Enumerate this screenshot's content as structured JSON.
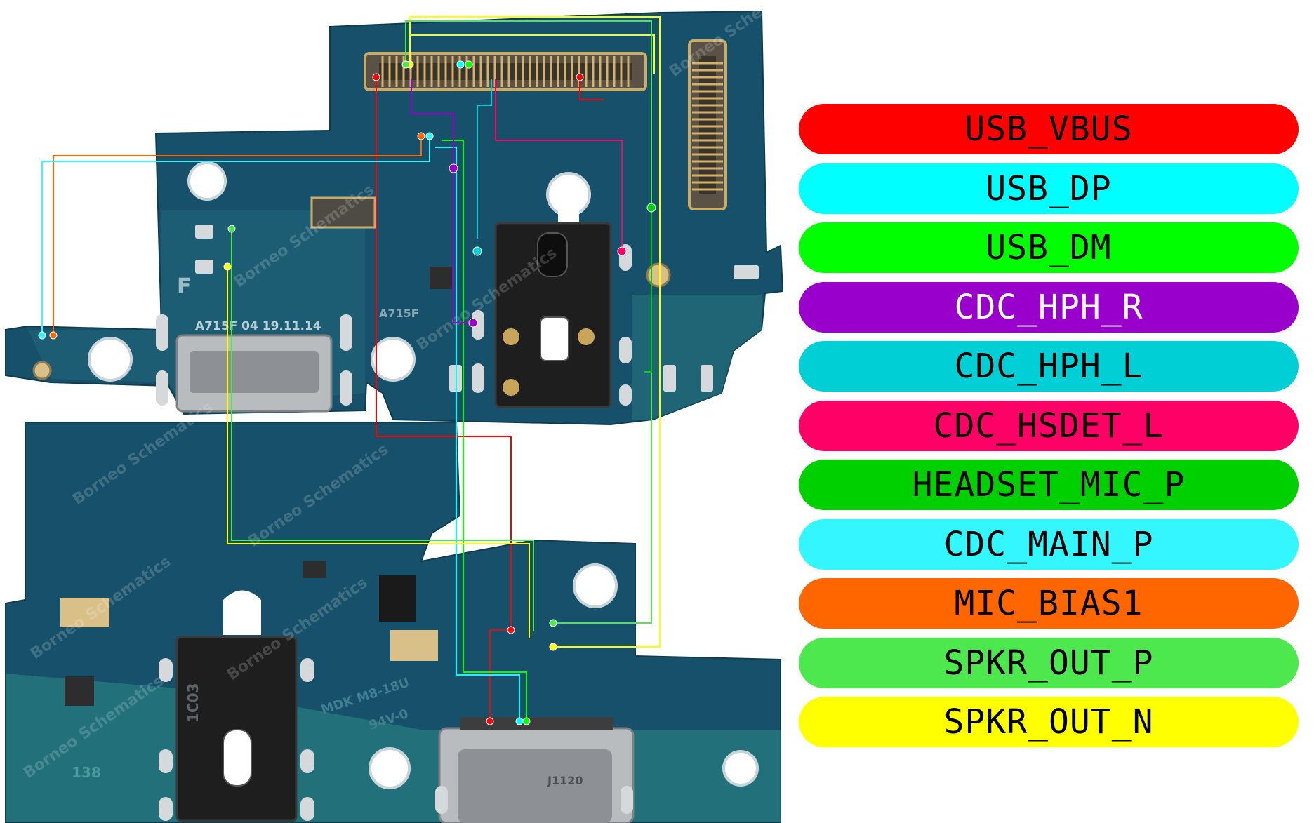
{
  "board": {
    "upper_marking": "A715F 04 19.11.14",
    "upper_marking_2": "A715F",
    "lower_marking_1": "MDK M8-18U",
    "lower_marking_2": "94V-0",
    "lower_marking_3": "138",
    "lower_marking_4": "1C03",
    "connector_marking": "J1120",
    "silk_f": "F",
    "watermark": "Borneo Schematics"
  },
  "colors": {
    "pcb": "#17506a",
    "pcb_dark": "#0f3c50",
    "pcb_light": "#2f7f86",
    "trace_usb_vbus": "#ff0000",
    "trace_usb_dp": "#00ffff",
    "trace_usb_dm": "#00ff00",
    "trace_cdc_hph_r": "#9900cc",
    "trace_cdc_hph_l": "#00d0d6",
    "trace_cdc_hsdet_l": "#ff0066",
    "trace_headset_mic_p": "#00d000",
    "trace_cdc_main_p": "#33f6ff",
    "trace_mic_bias1": "#ff6600",
    "trace_spkr_out_p": "#4de84d",
    "trace_spkr_out_n": "#ffff00"
  },
  "legend": [
    {
      "label": "USB_VBUS",
      "color": "#ff0000",
      "text_color": "#000000"
    },
    {
      "label": "USB_DP",
      "color": "#00ffff",
      "text_color": "#000000"
    },
    {
      "label": "USB_DM",
      "color": "#00ff00",
      "text_color": "#000000"
    },
    {
      "label": "CDC_HPH_R",
      "color": "#9900cc",
      "text_color": "#ffffff"
    },
    {
      "label": "CDC_HPH_L",
      "color": "#00d0d6",
      "text_color": "#000000"
    },
    {
      "label": "CDC_HSDET_L",
      "color": "#ff0066",
      "text_color": "#000000"
    },
    {
      "label": "HEADSET_MIC_P",
      "color": "#00d000",
      "text_color": "#000000"
    },
    {
      "label": "CDC_MAIN_P",
      "color": "#33f6ff",
      "text_color": "#000000"
    },
    {
      "label": "MIC_BIAS1",
      "color": "#ff6600",
      "text_color": "#000000"
    },
    {
      "label": "SPKR_OUT_P",
      "color": "#4de84d",
      "text_color": "#000000"
    },
    {
      "label": "SPKR_OUT_N",
      "color": "#ffff00",
      "text_color": "#000000"
    }
  ]
}
